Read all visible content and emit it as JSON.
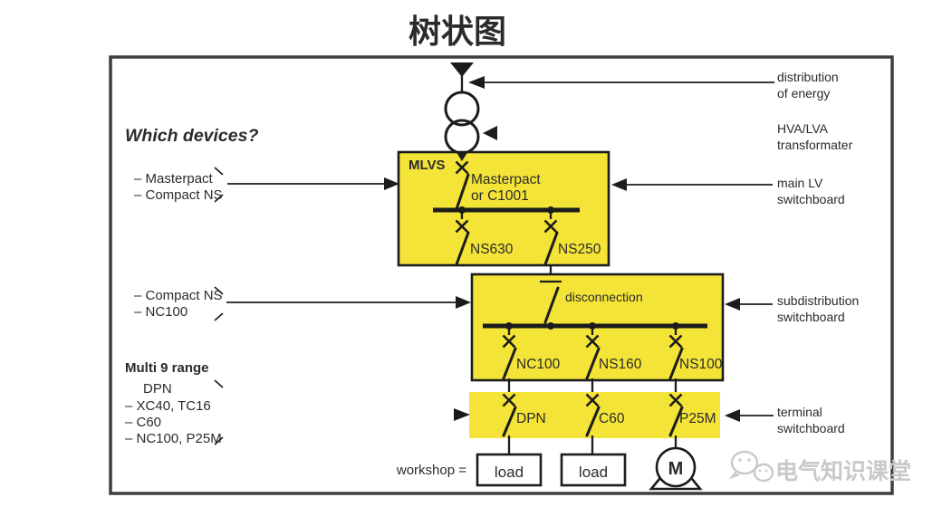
{
  "title": "树状图",
  "colors": {
    "yellow": "#f4e437",
    "line": "#1c1c1c",
    "frame": "#3e3e3e",
    "text": "#2b2b2b",
    "watermark": "#c9c9c9"
  },
  "left_panel": {
    "heading": "Which devices?",
    "group1": {
      "item1": "– Masterpact",
      "item2": "– Compact NS"
    },
    "group2": {
      "item1": "– Compact NS",
      "item2": "– NC100"
    },
    "group3": {
      "heading": "Multi 9 range",
      "item1": "DPN",
      "item2": "– XC40, TC16",
      "item3": "– C60",
      "item4": "– NC100, P25M"
    }
  },
  "right_panel": {
    "energy": {
      "line1": "distribution",
      "line2": "of energy"
    },
    "transformer": {
      "line1": "HVA/LVA",
      "line2": "transformater"
    },
    "main_lv": {
      "line1": "main LV",
      "line2": "switchboard"
    },
    "subdistribution": {
      "line1": "subdistribution",
      "line2": "switchboard"
    },
    "terminal": {
      "line1": "terminal",
      "line2": "switchboard"
    }
  },
  "mlvs": {
    "label": "MLVS",
    "incomer": {
      "line1": "Masterpact",
      "line2": "or C1001"
    },
    "feeder1": "NS630",
    "feeder2": "NS250"
  },
  "sub_board": {
    "incomer": "disconnection",
    "feeder1": "NC100",
    "feeder2": "NS160",
    "feeder3": "NS100"
  },
  "terminal_board": {
    "feeder1": "DPN",
    "feeder2": "C60",
    "feeder3": "P25M"
  },
  "bottom": {
    "workshop": "workshop =",
    "load1": "load",
    "load2": "load",
    "motor": "M"
  },
  "watermark": "电气知识课堂"
}
